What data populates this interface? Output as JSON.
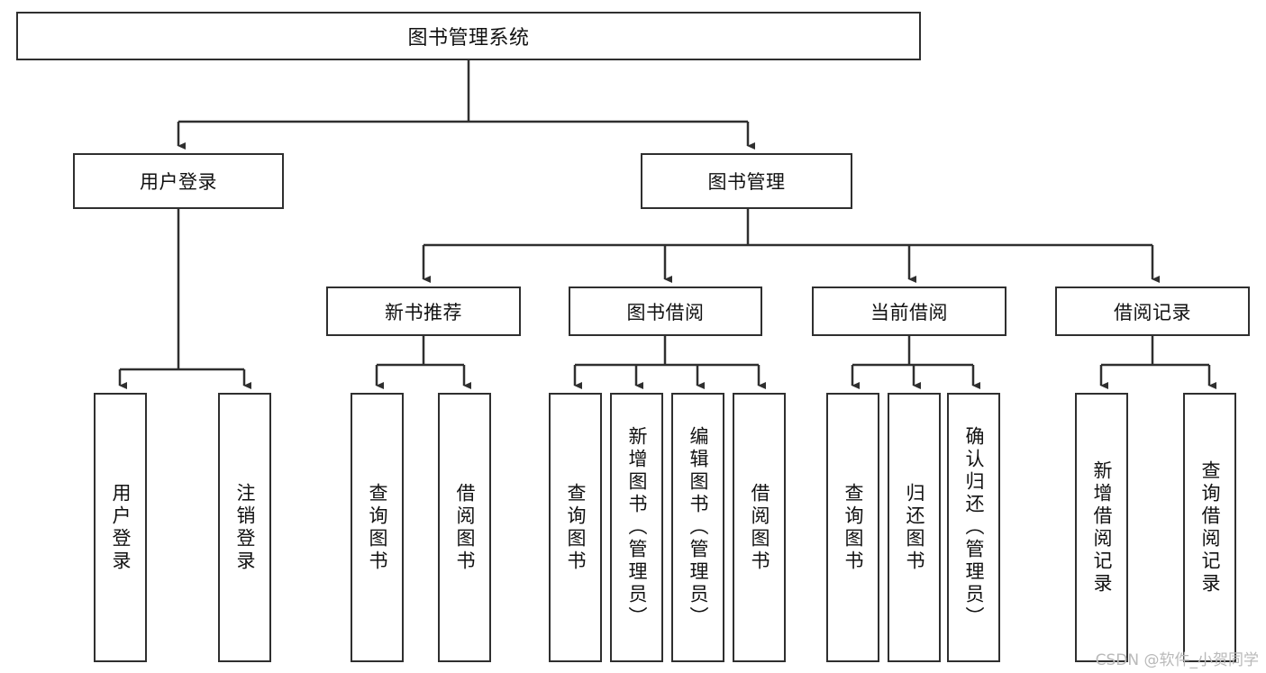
{
  "diagram": {
    "title": "图书管理系统",
    "watermark": "CSDN @软件_小贺同学",
    "style": {
      "stroke": "#2f2f2f",
      "fill": "#ffffff",
      "text": "#111111",
      "watermark_color": "#b9b9b9"
    },
    "levels": {
      "root": {
        "label": "图书管理系统"
      },
      "level2": [
        {
          "label": "用户登录"
        },
        {
          "label": "图书管理"
        }
      ],
      "level3": [
        {
          "label": "新书推荐"
        },
        {
          "label": "图书借阅"
        },
        {
          "label": "当前借阅"
        },
        {
          "label": "借阅记录"
        }
      ],
      "leaves": {
        "user_login": [
          {
            "label": "用户登录"
          },
          {
            "label": "注销登录"
          }
        ],
        "new_book_recommend": [
          {
            "label": "查询图书"
          },
          {
            "label": "借阅图书"
          }
        ],
        "book_borrow": [
          {
            "label": "查询图书"
          },
          {
            "label": "新增图书（管理员）"
          },
          {
            "label": "编辑图书（管理员）"
          },
          {
            "label": "借阅图书"
          }
        ],
        "current_borrow": [
          {
            "label": "查询图书"
          },
          {
            "label": "归还图书"
          },
          {
            "label": "确认归还（管理员）"
          }
        ],
        "borrow_record": [
          {
            "label": "新增借阅记录"
          },
          {
            "label": "查询借阅记录"
          }
        ]
      }
    }
  }
}
